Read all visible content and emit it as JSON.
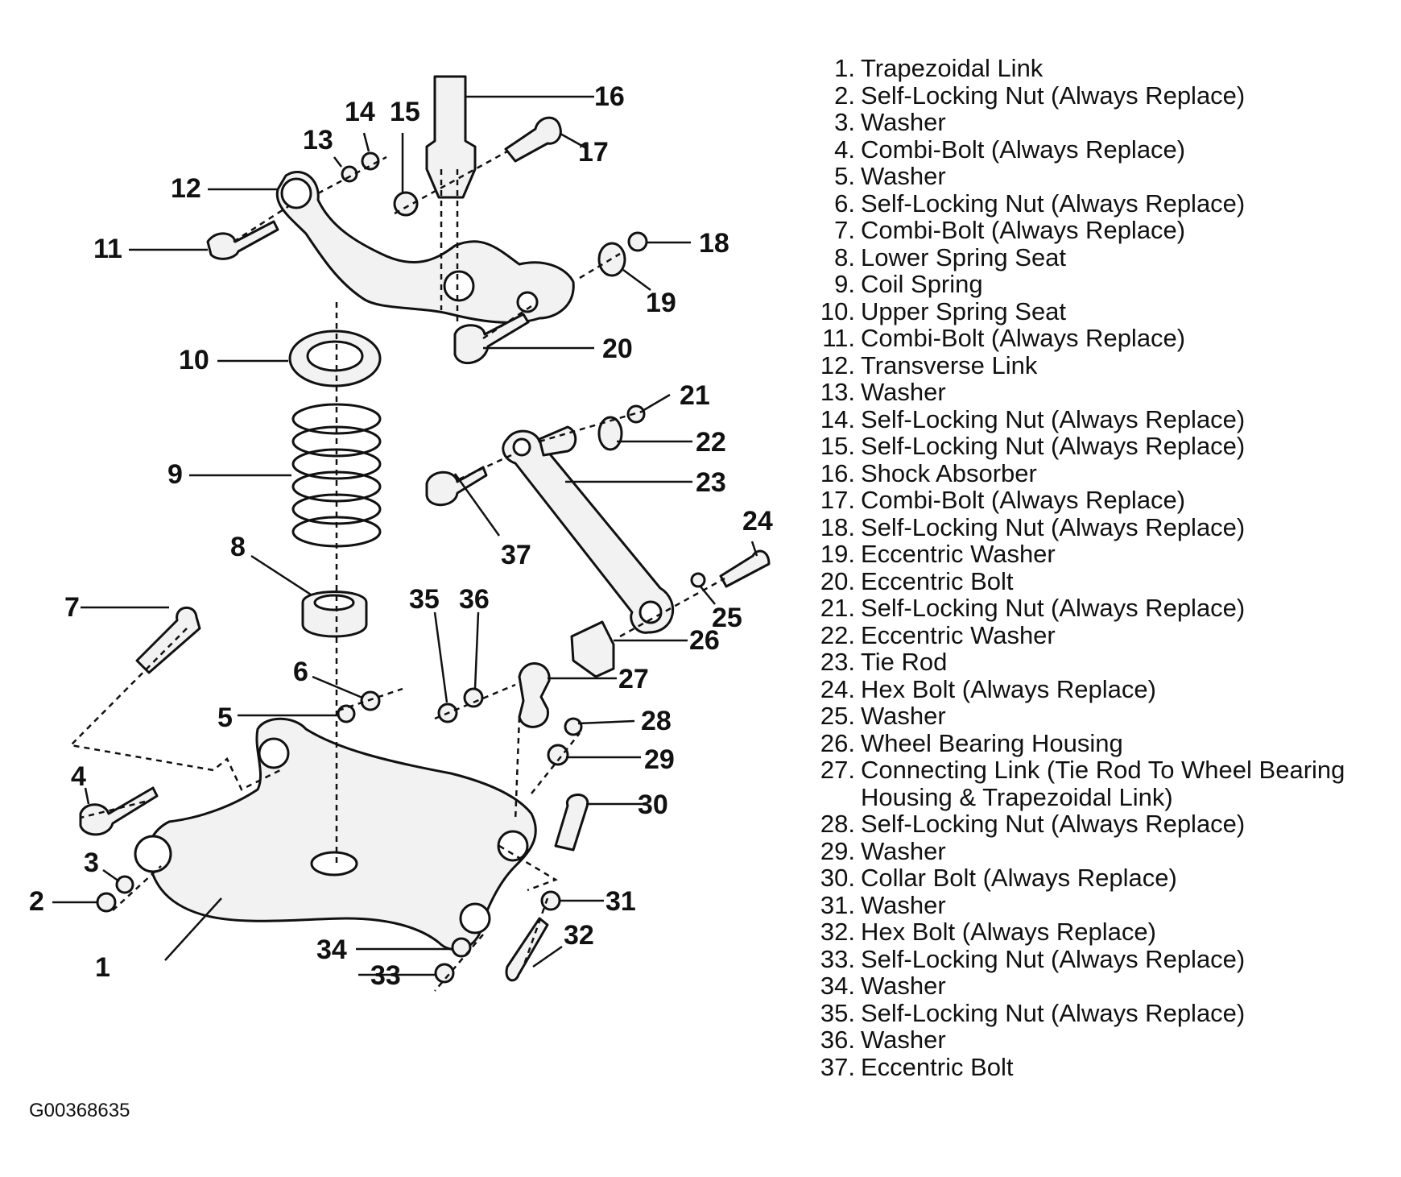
{
  "legend": {
    "items": [
      {
        "num": "1.",
        "label": "Trapezoidal Link"
      },
      {
        "num": "2.",
        "label": "Self-Locking Nut (Always Replace)"
      },
      {
        "num": "3.",
        "label": "Washer"
      },
      {
        "num": "4.",
        "label": "Combi-Bolt (Always Replace)"
      },
      {
        "num": "5.",
        "label": "Washer"
      },
      {
        "num": "6.",
        "label": "Self-Locking Nut (Always Replace)"
      },
      {
        "num": "7.",
        "label": "Combi-Bolt (Always Replace)"
      },
      {
        "num": "8.",
        "label": "Lower Spring Seat"
      },
      {
        "num": "9.",
        "label": "Coil Spring"
      },
      {
        "num": "10.",
        "label": "Upper Spring Seat"
      },
      {
        "num": "11.",
        "label": "Combi-Bolt (Always Replace)"
      },
      {
        "num": "12.",
        "label": "Transverse Link"
      },
      {
        "num": "13.",
        "label": "Washer"
      },
      {
        "num": "14.",
        "label": "Self-Locking Nut (Always Replace)"
      },
      {
        "num": "15.",
        "label": "Self-Locking Nut (Always Replace)"
      },
      {
        "num": "16.",
        "label": "Shock Absorber"
      },
      {
        "num": "17.",
        "label": "Combi-Bolt (Always Replace)"
      },
      {
        "num": "18.",
        "label": "Self-Locking Nut (Always Replace)"
      },
      {
        "num": "19.",
        "label": "Eccentric Washer"
      },
      {
        "num": "20.",
        "label": "Eccentric Bolt"
      },
      {
        "num": "21.",
        "label": "Self-Locking Nut (Always Replace)"
      },
      {
        "num": "22.",
        "label": "Eccentric Washer"
      },
      {
        "num": "23.",
        "label": "Tie Rod"
      },
      {
        "num": "24.",
        "label": "Hex Bolt (Always Replace)"
      },
      {
        "num": "25.",
        "label": "Washer"
      },
      {
        "num": "26.",
        "label": "Wheel Bearing Housing"
      },
      {
        "num": "27.",
        "label": "Connecting Link (Tie Rod To Wheel Bearing",
        "cont": "Housing & Trapezoidal Link)"
      },
      {
        "num": "28.",
        "label": "Self-Locking Nut (Always Replace)"
      },
      {
        "num": "29.",
        "label": "Washer"
      },
      {
        "num": "30.",
        "label": "Collar Bolt (Always Replace)"
      },
      {
        "num": "31.",
        "label": "Washer"
      },
      {
        "num": "32.",
        "label": "Hex Bolt (Always Replace)"
      },
      {
        "num": "33.",
        "label": "Self-Locking Nut (Always Replace)"
      },
      {
        "num": "34.",
        "label": "Washer"
      },
      {
        "num": "35.",
        "label": "Self-Locking Nut (Always Replace)"
      },
      {
        "num": "36.",
        "label": "Washer"
      },
      {
        "num": "37.",
        "label": "Eccentric Bolt"
      }
    ]
  },
  "callouts": [
    "1",
    "2",
    "3",
    "4",
    "5",
    "6",
    "7",
    "8",
    "9",
    "10",
    "11",
    "12",
    "13",
    "14",
    "15",
    "16",
    "17",
    "18",
    "19",
    "20",
    "21",
    "22",
    "23",
    "24",
    "25",
    "26",
    "27",
    "28",
    "29",
    "30",
    "31",
    "32",
    "33",
    "34",
    "35",
    "36",
    "37"
  ],
  "image_id": "G00368635",
  "colors": {
    "ink": "#111111",
    "part_fill": "#f2f2f2",
    "background": "#ffffff"
  }
}
